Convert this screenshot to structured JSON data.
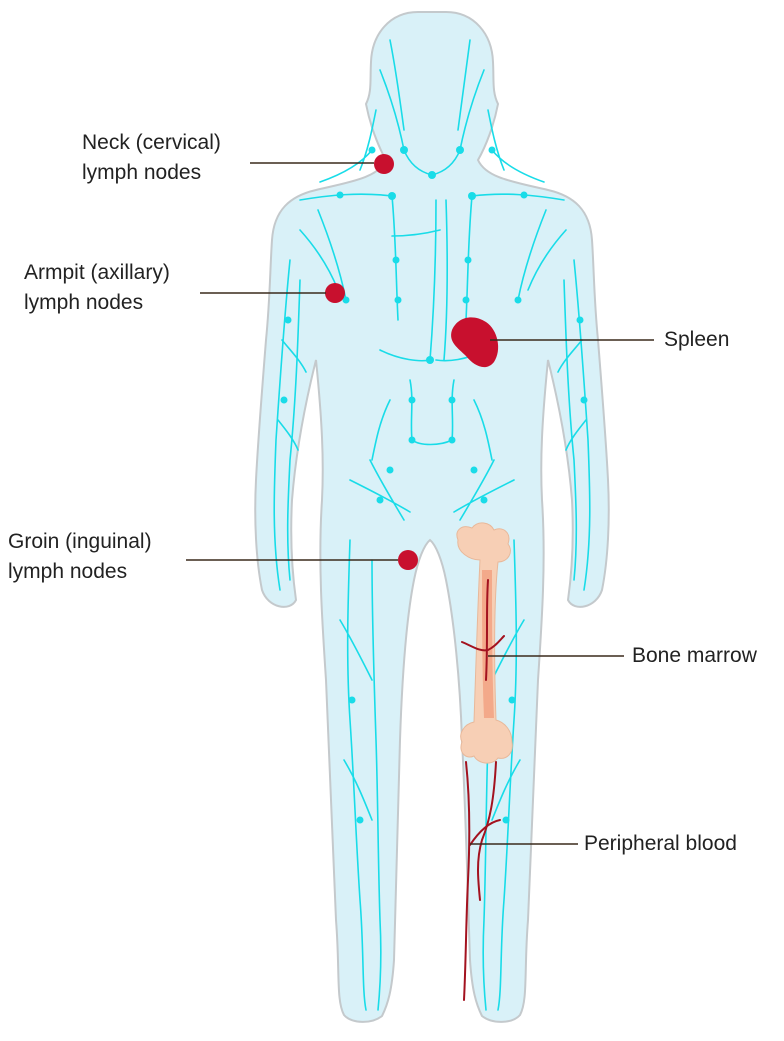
{
  "labels": {
    "neck": {
      "line1": "Neck (cervical)",
      "line2": "lymph nodes"
    },
    "armpit": {
      "line1": "Armpit (axillary)",
      "line2": "lymph nodes"
    },
    "groin": {
      "line1": "Groin (inguinal)",
      "line2": "lymph nodes"
    },
    "spleen": "Spleen",
    "bone_marrow": "Bone marrow",
    "peripheral_blood": "Peripheral blood"
  },
  "colors": {
    "body_fill": "#d9f1f8",
    "body_outline": "#c4c9cc",
    "lymph_vessel": "#19dce8",
    "node_red": "#c8102e",
    "bone": "#f7cfb5",
    "blood_vessel": "#a3121f",
    "leader_line": "#3a2a1c"
  }
}
